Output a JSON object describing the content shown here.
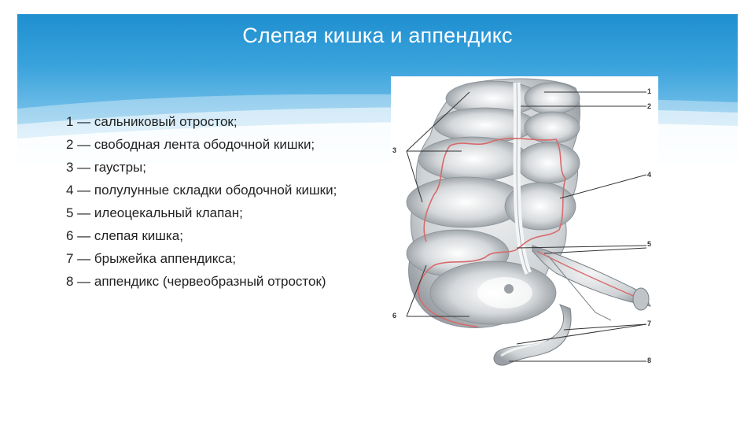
{
  "slide": {
    "title": "Слепая кишка и аппендикс"
  },
  "legend": [
    "1 — сальниковый отросток;",
    "2 — свободная лента ободочной кишки;",
    "3 — гаустры;",
    "4 — полулунные складки ободочной кишки;",
    "5 — илеоцекальный клапан;",
    "6 — слепая кишка;",
    "7 — брыжейка аппендикса;",
    "8 — аппендикс (червеобразный отросток)"
  ],
  "figure": {
    "labels": [
      "1",
      "2",
      "3",
      "4",
      "5",
      "6",
      "7",
      "8"
    ]
  },
  "colors": {
    "banner_top": "#1f8fd0",
    "banner_bottom": "#bfe2f6",
    "tissue": "#d9dcdf",
    "mucosa_line": "#d86a6a"
  }
}
